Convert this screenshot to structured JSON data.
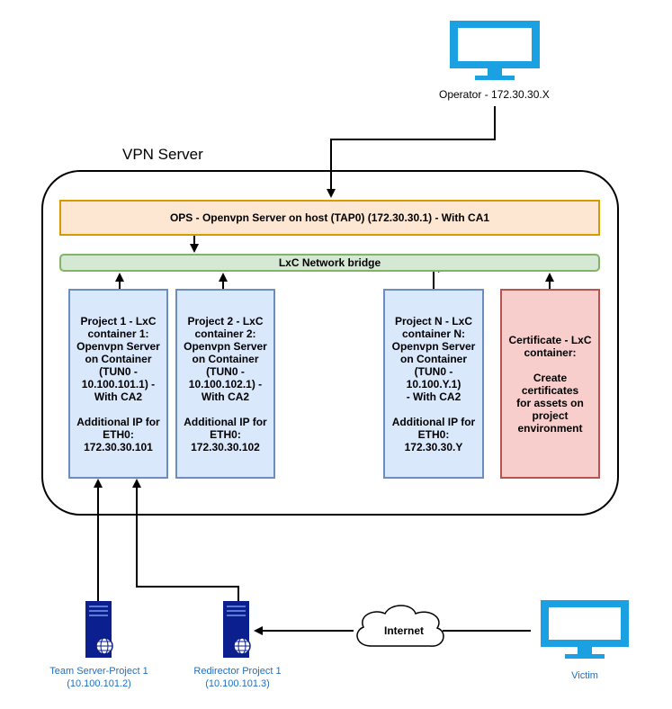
{
  "vpn_server_title": "VPN Server",
  "operator": {
    "label": "Operator - 172.30.30.X",
    "icon": "monitor-icon",
    "color": "#1ba1e2"
  },
  "ops_box": {
    "text": "OPS - Openvpn Server on host (TAP0) (172.30.30.1) - With CA1"
  },
  "bridge": {
    "text": "LxC Network bridge"
  },
  "containers": [
    {
      "text": "Project 1 - LxC\ncontainer 1:\nOpenvpn Server\non Container\n(TUN0 -\n10.100.101.1) -\nWith CA2\n\nAdditional IP for\nETH0:\n172.30.30.101"
    },
    {
      "text": "Project 2 - LxC\ncontainer 2:\nOpenvpn Server\non Container\n(TUN0 -\n10.100.102.1) -\nWith CA2\n\nAdditional IP for\nETH0:\n172.30.30.102"
    },
    {
      "text": "Project N - LxC\ncontainer N:\nOpenvpn Server\non Container\n(TUN0 - 10.100.Y.1)\n- With CA2\n\nAdditional IP for\nETH0: 172.30.30.Y"
    },
    {
      "text": "Certificate - LxC\ncontainer:\n\nCreate certificates\nfor assets on\nproject\nenvironment"
    }
  ],
  "team_server": {
    "label": "Team Server-Project 1\n(10.100.101.2)",
    "icon": "server-icon"
  },
  "redirector": {
    "label": "Redirector Project 1\n(10.100.101.3)",
    "icon": "server-icon"
  },
  "internet": {
    "label": "Internet",
    "icon": "cloud-icon"
  },
  "victim": {
    "label": "Victim",
    "icon": "monitor-icon",
    "color": "#1ba1e2"
  },
  "colors": {
    "server_body": "#0b1f8f",
    "caption": "#1f6fbf"
  }
}
